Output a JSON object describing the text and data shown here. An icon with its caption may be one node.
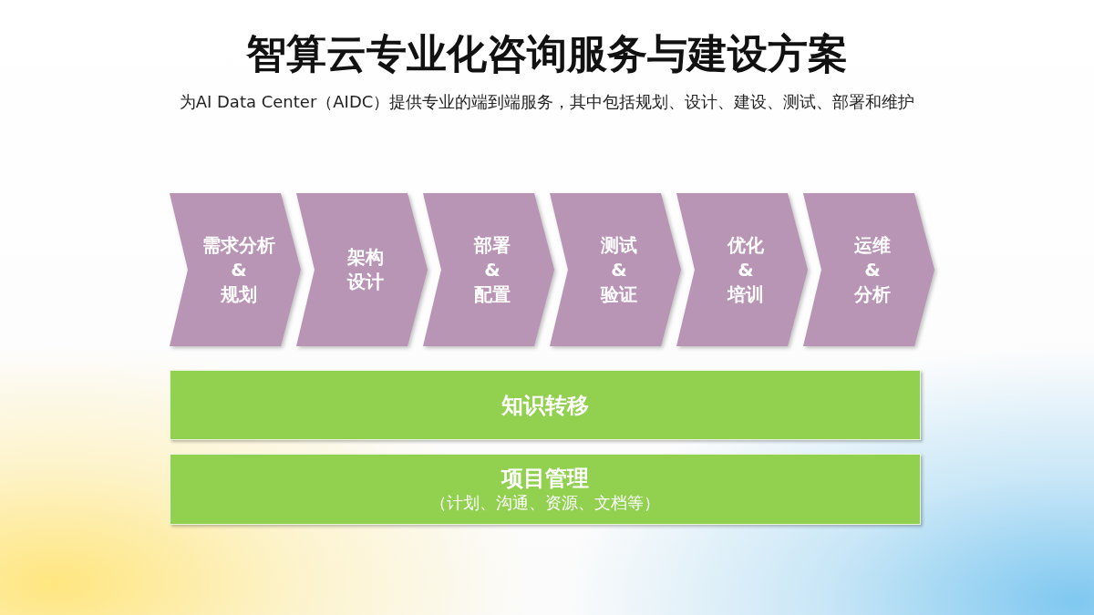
{
  "diagram": {
    "title": "智算云专业化咨询服务与建设方案",
    "nodes": [
      {
        "text": [
          "需求分析 & 规划"
        ]
      },
      {
        "text": [
          "架构设计"
        ]
      },
      {
        "text": [
          "部署 & 配置"
        ]
      },
      {
        "text": [
          "测试 & 验证"
        ]
      },
      {
        "text": [
          "优化 & 培训"
        ]
      },
      {
        "text": [
          "运维 & 分析"
        ]
      },
      {
        "text": [
          "知识转移"
        ]
      },
      {
        "text": [
          "项目管理",
          "（计划、沟通、资源、文档等）"
        ]
      }
    ],
    "labels": [
      "为AI Data Center（AIDC）提供专业的端到端服务，其中包括规划、设计、建设、测试、部署和维护"
    ]
  }
}
